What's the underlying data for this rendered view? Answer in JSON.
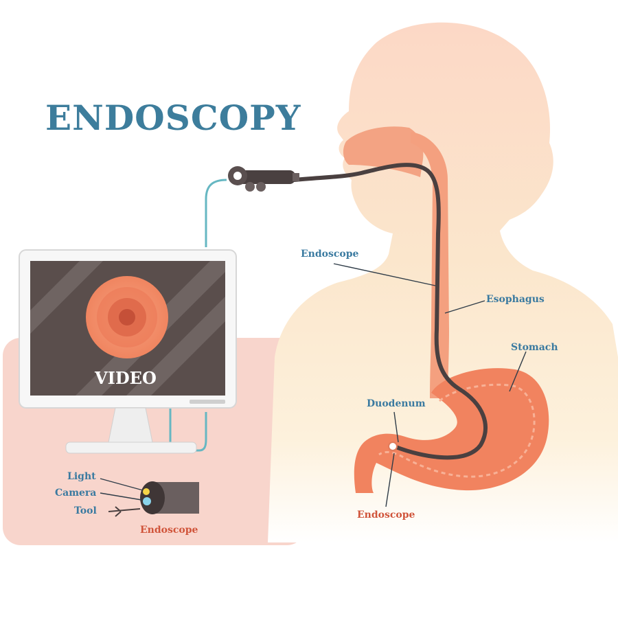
{
  "title": "ENDOSCOPY",
  "monitor": {
    "screen_text": "VIDEO"
  },
  "labels": {
    "endoscope_upper": "Endoscope",
    "esophagus": "Esophagus",
    "stomach": "Stomach",
    "duodenum": "Duodenum",
    "endoscope_lower": "Endoscope"
  },
  "tip_detail": {
    "light": "Light",
    "camera": "Camera",
    "tool": "Tool",
    "caption": "Endoscope"
  },
  "colors": {
    "title_blue": "#3d7d9c",
    "label_blue": "#3a7aa0",
    "label_red": "#d0543a",
    "panel_pink": "#f8d5cc",
    "body_skin": "#fbe0cf",
    "organ_orange": "#f1835f",
    "scope_dark": "#4a4040",
    "cable_teal": "#66b7c2"
  }
}
